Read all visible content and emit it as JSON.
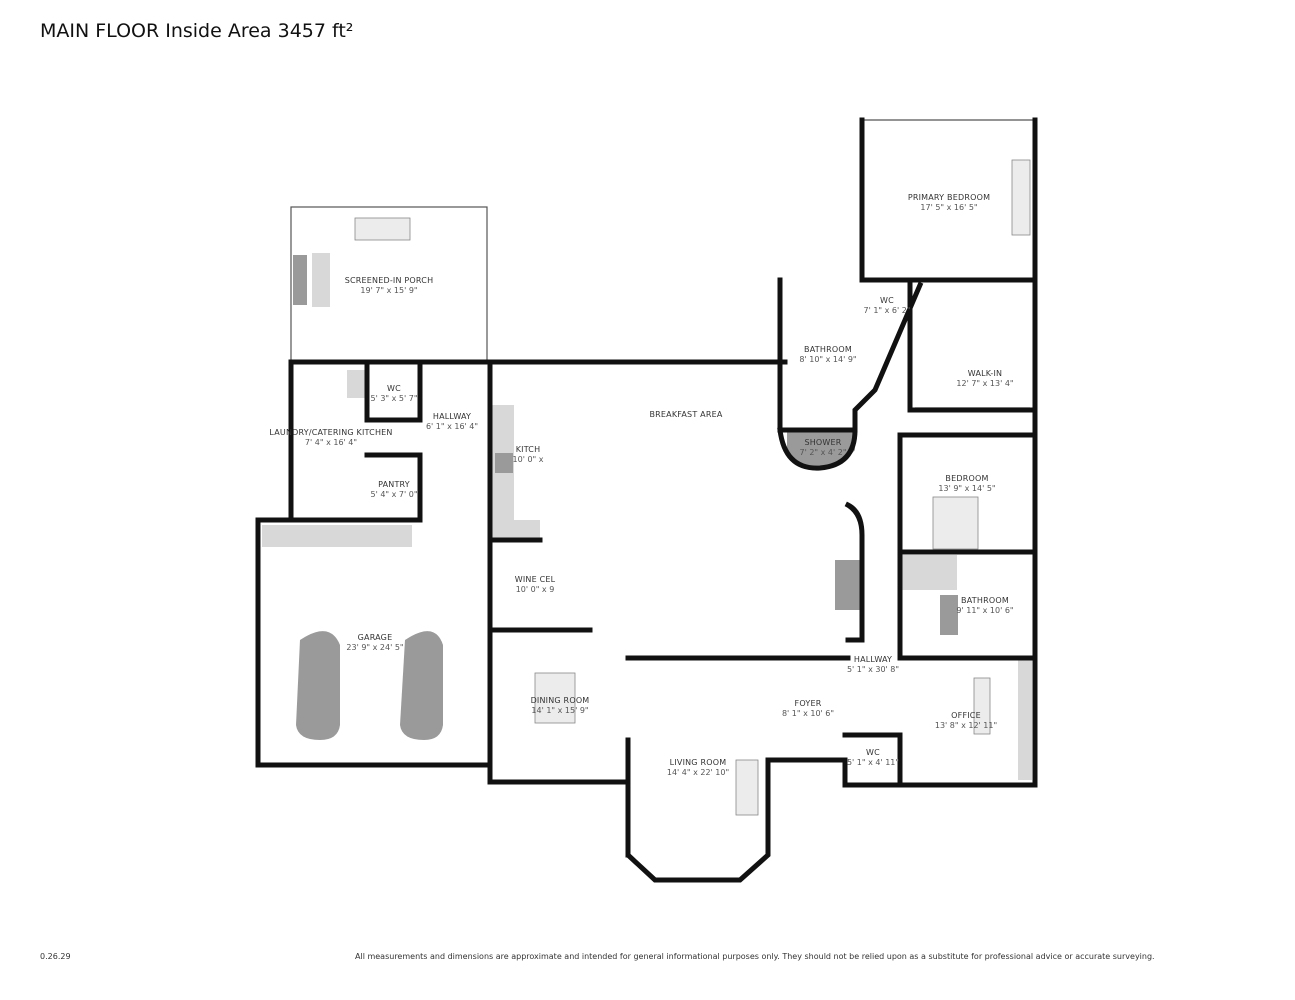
{
  "title": "MAIN FLOOR Inside Area 3457 ft²",
  "version": "0.26.29",
  "disclaimer": "All measurements and dimensions are approximate and intended for general informational purposes only. They should not be relied upon as a substitute for professional advice or accurate surveying.",
  "rooms": [
    {
      "name": "SCREENED-IN PORCH",
      "dims": "19' 7\" x 15' 9\""
    },
    {
      "name": "WC",
      "dims": "5' 3\" x 5' 7\""
    },
    {
      "name": "HALLWAY",
      "dims": "6' 1\" x 16' 4\""
    },
    {
      "name": "LAUNDRY/CATERING KITCHEN",
      "dims": "7' 4\" x 16' 4\""
    },
    {
      "name": "PANTRY",
      "dims": "5' 4\" x 7' 0\""
    },
    {
      "name": "KITCH",
      "dims": "10' 0\" x"
    },
    {
      "name": "BREAKFAST AREA",
      "dims": ""
    },
    {
      "name": "WINE CEL",
      "dims": "10' 0\" x 9"
    },
    {
      "name": "GARAGE",
      "dims": "23' 9\" x 24' 5\""
    },
    {
      "name": "DINING ROOM",
      "dims": "14' 1\" x 15' 9\""
    },
    {
      "name": "LIVING ROOM",
      "dims": "14' 4\" x 22' 10\""
    },
    {
      "name": "FOYER",
      "dims": "8' 1\" x 10' 6\""
    },
    {
      "name": "HALLWAY",
      "dims": "5' 1\" x 30' 8\""
    },
    {
      "name": "WC",
      "dims": "5' 1\" x 4' 11\""
    },
    {
      "name": "OFFICE",
      "dims": "13' 8\" x 12' 11\""
    },
    {
      "name": "BATHROOM",
      "dims": "9' 11\" x 10' 6\""
    },
    {
      "name": "BEDROOM",
      "dims": "13' 9\" x 14' 5\""
    },
    {
      "name": "SHOWER",
      "dims": "7' 2\" x 4' 2\""
    },
    {
      "name": "BATHROOM",
      "dims": "8' 10\" x 14' 9\""
    },
    {
      "name": "WC",
      "dims": "7' 1\" x 6' 2\""
    },
    {
      "name": "WALK-IN",
      "dims": "12' 7\" x 13' 4\""
    },
    {
      "name": "PRIMARY BEDROOM",
      "dims": "17' 5\" x 16' 5\""
    }
  ]
}
